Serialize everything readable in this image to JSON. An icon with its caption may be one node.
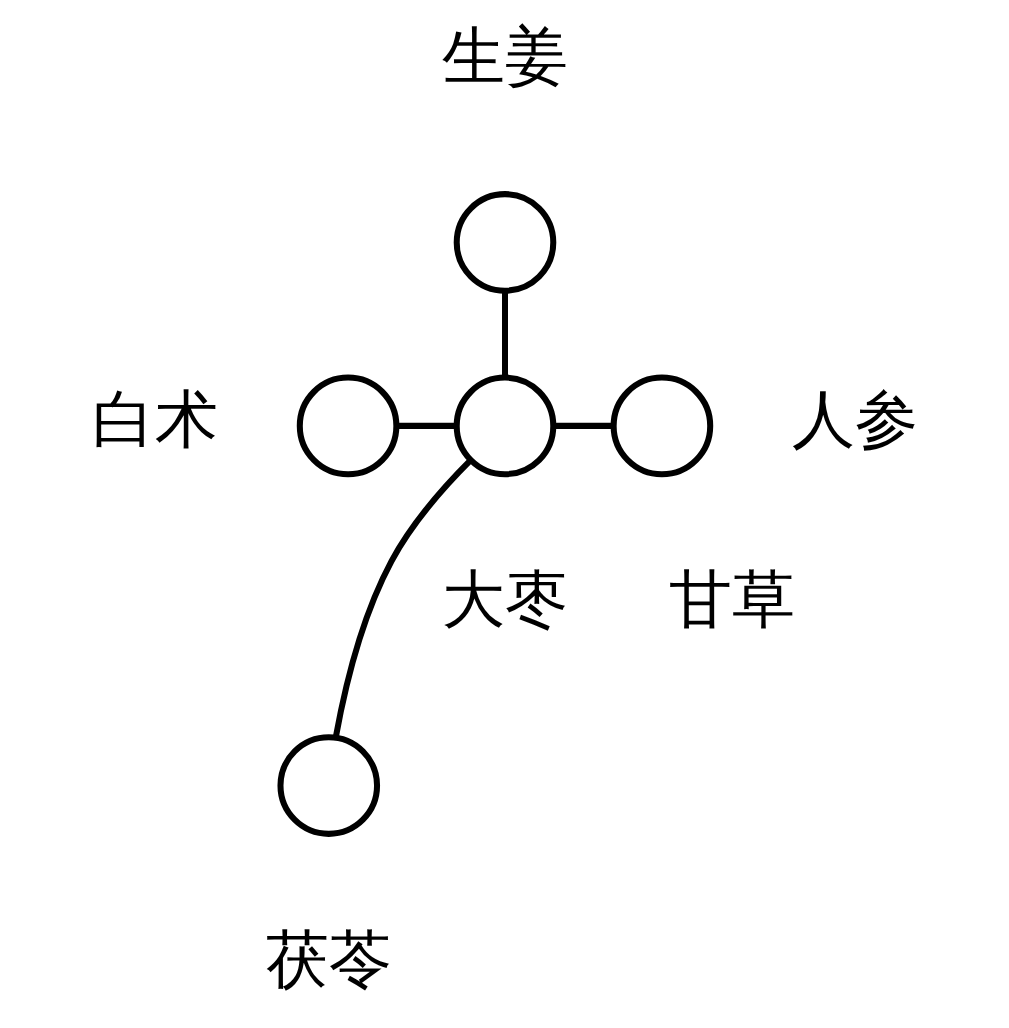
{
  "diagram": {
    "nodes": [
      {
        "text": [],
        "shape": "circle",
        "beside": [
          "生姜"
        ]
      },
      {
        "text": [],
        "shape": "circle",
        "beside": [
          "白术"
        ]
      },
      {
        "text": [],
        "shape": "circle",
        "beside": [
          "大枣",
          "甘草"
        ]
      },
      {
        "text": [],
        "shape": "circle",
        "beside": [
          "人参"
        ]
      },
      {
        "text": [],
        "shape": "circle",
        "beside": [
          "茯苓"
        ]
      }
    ],
    "edges": [
      {
        "from": 0,
        "to": 2,
        "arrow": "none"
      },
      {
        "from": 1,
        "to": 2,
        "arrow": "none"
      },
      {
        "from": 2,
        "to": 3,
        "arrow": "none"
      },
      {
        "from": 2,
        "to": 4,
        "arrow": "none"
      }
    ]
  }
}
